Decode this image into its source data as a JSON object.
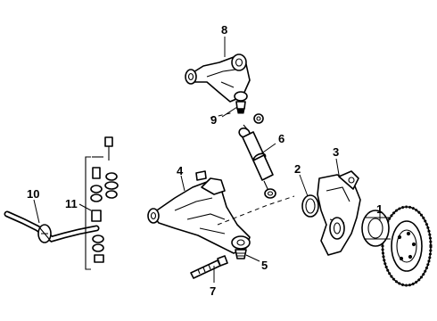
{
  "diagram": {
    "callouts": [
      "1",
      "2",
      "3",
      "4",
      "5",
      "6",
      "7",
      "8",
      "9",
      "10",
      "11"
    ]
  },
  "colors": {
    "ink": "#000000",
    "paper": "#ffffff"
  }
}
